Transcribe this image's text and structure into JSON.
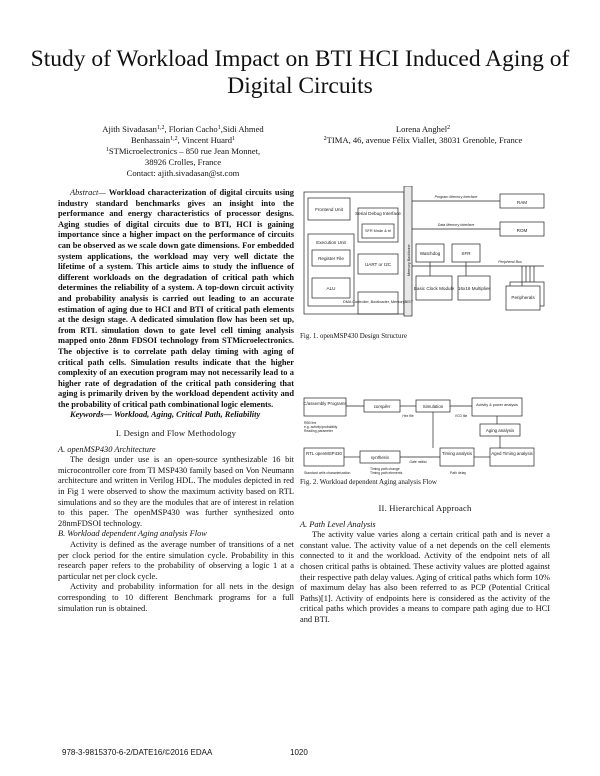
{
  "title": "Study of Workload Impact on BTI HCI Induced Aging of Digital Circuits",
  "authors_left": {
    "line1_pre": "Ajith Sivadasan",
    "line1_sup1": "1,2",
    "line1_mid": ", Florian Cacho",
    "line1_sup2": "1",
    "line1_post": ",Sidi Ahmed",
    "line2_pre": "Benhassain",
    "line2_sup1": "1,2",
    "line2_mid": ", Vincent Huard",
    "line2_sup2": "1",
    "aff_sup": "1",
    "aff_line1": "STMicroelectronics – 850 rue Jean Monnet,",
    "aff_line2": "38926 Crolles, France",
    "contact": "Contact: ajith.sivadasan@st.com"
  },
  "authors_right": {
    "name": "Lorena Anghel",
    "name_sup": "2",
    "aff_sup": "2",
    "aff": "TIMA, 46, avenue Félix Viallet, 38031 Grenoble, France"
  },
  "abstract": {
    "label": "Abstract—",
    "text": " Workload characterization of digital circuits using industry standard benchmarks gives an insight into the performance and energy characteristics of processor designs. Aging studies of digital circuits due to BTI, HCI is gaining importance since a higher impact on the performance of circuits can be observed as we scale down gate dimensions. For embedded system applications, the workload may very well dictate the lifetime of a system. This article aims to study the influence of different workloads on the degradation of critical path which determines the reliability of a system. A top-down circuit activity and probability analysis is carried out leading to an accurate estimation of aging due to HCI and BTI of critical path elements at the design stage. A dedicated simulation flow has been set up, from RTL simulation down to gate level cell timing analysis mapped onto 28nm FDSOI technology from STMicroelectronics. The objective is to correlate path delay timing with aging of critical path cells. Simulation results indicate that the higher complexity of an execution program may not necessarily lead to a higher rate of degradation of the critical path considering that aging is primarily driven by the workload dependent activity and the probability of critical path combinational logic elements."
  },
  "keywords": "Keywords— Workload, Aging, Critical Path, Reliability",
  "section1": {
    "heading": "I.   Design and Flow Methodology",
    "subA": "A.   openMSP430 Architecture",
    "paraA": "The design under use is an open-source synthesizable 16 bit microcontroller core from TI MSP430 family based on Von Neumann architecture and written in Verilog HDL. The modules depicted in red in Fig 1 were observed to show the maximum activity based on RTL simulations and so they are the modules that are of interest in relation to this paper. The openMSP430 was further synthesized onto 28nmFDSOI technology.",
    "subB": "B.   Workload dependent Aging analysis Flow",
    "paraB1": "Activity is defined as the average number of transitions of a net per clock period for the entire simulation cycle. Probability in this research paper refers to the probability of observing a logic 1 at a particular net per clock cycle.",
    "paraB2": "Activity and probability information for all nets in the design corresponding to 10 different Benchmark programs for a full simulation run is obtained."
  },
  "fig1": {
    "caption": "Fig. 1.   openMSP430 Design Structure",
    "labels": {
      "frontend": "Frontend Unit",
      "serial": "Serial Debug Interface",
      "sfr_mode": "SFR Mode & trl",
      "exec": "Execution Unit",
      "regfile": "Register File",
      "uart": "UART or I2C",
      "alu": "ALU",
      "dma": "DMA Controller, Bootloader, MemoryBIST",
      "mem": "Memory Backbone",
      "prog_bus": "Program Memory Interface",
      "data_bus": "Data Memory Interface",
      "periph_bus": "Peripheral Bus",
      "ram": "RAM",
      "rom": "ROM",
      "watchdog": "Watchdog",
      "sfr": "SFR",
      "clock": "Basic Clock Module",
      "mult": "16x16 Multiplier",
      "periph": "Peripherals"
    }
  },
  "fig2": {
    "caption": "Fig. 2.   Workload dependent Aging analysis Flow",
    "labels": {
      "c_prog": "C/assembly Programs",
      "compiler": "compiler",
      "hex": "Hex file",
      "simulation": "Simulation",
      "vcd": "VCD file",
      "act": "Activity & power analysis",
      "aging": "Aging analysis",
      "note1": "RB0 fmt",
      "note2": "e.g. activity/probability",
      "note3": "Reading parameter",
      "rtl": "RTL openMSP430",
      "synthesis": "synthesis",
      "gatelevel": "Gate netlist",
      "timing": "Timing analysis",
      "aged": "Aged Timing analysis",
      "stdcell": "Standard cells characterization",
      "note4": "Timing path change",
      "note5": "Timing path elements",
      "note6": "Path delay"
    }
  },
  "section2": {
    "heading": "II.   Hierarchical Approach",
    "subA": "A.   Path Level Analysis",
    "paraA": "The activity value varies along a certain critical path and is never a constant value. The activity value of a net depends on the cell elements connected to it and the workload. Activity of the endpoint nets of all chosen critical paths is obtained. These activity values are plotted against their respective path delay values. Aging of critical paths which form 10% of maximum delay has also been referred to as PCP (Potential Critical Paths)[1]. Activity of endpoints here is considered as the activity of the critical paths which provides a means to compare path aging due to HCI and BTI."
  },
  "footer": {
    "isbn": "978-3-9815370-6-2/DATE16/©2016 EDAA",
    "page": "1020"
  },
  "colors": {
    "highlight": "#c0392b",
    "line": "#222222"
  }
}
